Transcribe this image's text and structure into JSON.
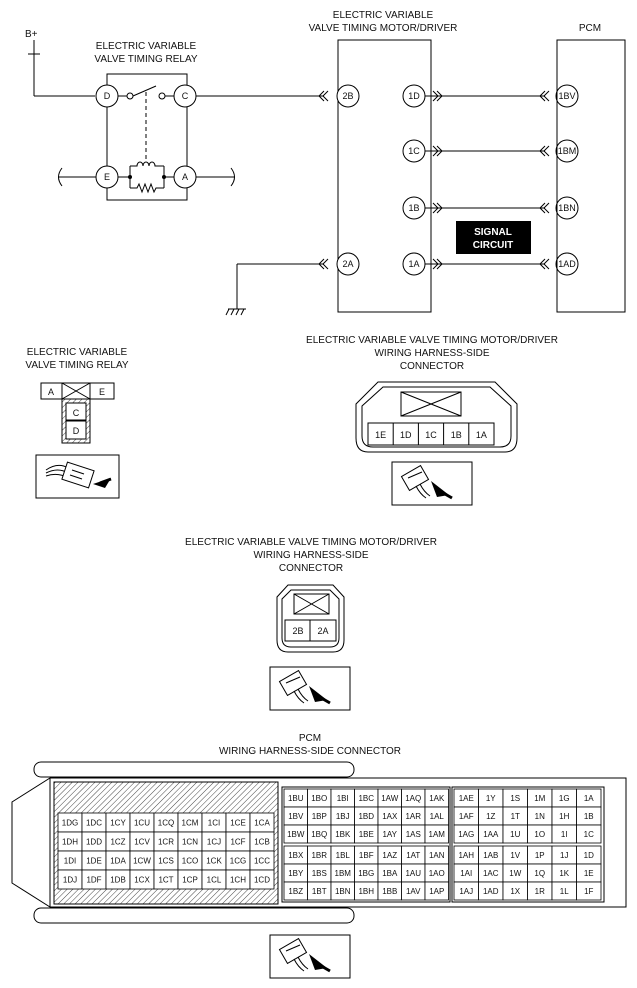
{
  "schematic": {
    "bplus": "B+",
    "relay_title": [
      "ELECTRIC VARIABLE",
      "VALVE TIMING RELAY"
    ],
    "motor_title": [
      "ELECTRIC VARIABLE",
      "VALVE TIMING MOTOR/DRIVER"
    ],
    "pcm_title": "PCM",
    "relay_pins": {
      "d": "D",
      "c": "C",
      "e": "E",
      "a": "A"
    },
    "motor_left_pins": [
      "2B",
      "2A"
    ],
    "motor_right_pins": [
      "1D",
      "1C",
      "1B",
      "1A"
    ],
    "pcm_pins": [
      "1BV",
      "1BM",
      "1BN",
      "1AD"
    ],
    "signal_circuit": [
      "SIGNAL",
      "CIRCUIT"
    ]
  },
  "relay_connector": {
    "title": [
      "ELECTRIC VARIABLE",
      "VALVE TIMING RELAY"
    ],
    "pins": [
      "A",
      "E",
      "C",
      "D"
    ]
  },
  "motor_connector_1": {
    "title": [
      "ELECTRIC VARIABLE VALVE TIMING MOTOR/DRIVER",
      "WIRING HARNESS-SIDE",
      "CONNECTOR"
    ],
    "pins": [
      "1E",
      "1D",
      "1C",
      "1B",
      "1A"
    ]
  },
  "motor_connector_2": {
    "title": [
      "ELECTRIC VARIABLE VALVE TIMING MOTOR/DRIVER",
      "WIRING HARNESS-SIDE",
      "CONNECTOR"
    ],
    "pins": [
      "2B",
      "2A"
    ]
  },
  "pcm_connector": {
    "title": [
      "PCM",
      "WIRING HARNESS-SIDE CONNECTOR"
    ],
    "left_grid": [
      [
        "1DG",
        "1DC",
        "1CY",
        "1CU",
        "1CQ",
        "1CM",
        "1CI",
        "1CE",
        "1CA"
      ],
      [
        "1DH",
        "1DD",
        "1CZ",
        "1CV",
        "1CR",
        "1CN",
        "1CJ",
        "1CF",
        "1CB"
      ],
      [
        "1DI",
        "1DE",
        "1DA",
        "1CW",
        "1CS",
        "1CO",
        "1CK",
        "1CG",
        "1CC"
      ],
      [
        "1DJ",
        "1DF",
        "1DB",
        "1CX",
        "1CT",
        "1CP",
        "1CL",
        "1CH",
        "1CD"
      ]
    ],
    "mid_upper": [
      [
        "1BU",
        "1BO",
        "1BI",
        "1BC",
        "1AW",
        "1AQ",
        "1AK"
      ],
      [
        "1BV",
        "1BP",
        "1BJ",
        "1BD",
        "1AX",
        "1AR",
        "1AL"
      ],
      [
        "1BW",
        "1BQ",
        "1BK",
        "1BE",
        "1AY",
        "1AS",
        "1AM"
      ]
    ],
    "mid_lower": [
      [
        "1BX",
        "1BR",
        "1BL",
        "1BF",
        "1AZ",
        "1AT",
        "1AN"
      ],
      [
        "1BY",
        "1BS",
        "1BM",
        "1BG",
        "1BA",
        "1AU",
        "1AO"
      ],
      [
        "1BZ",
        "1BT",
        "1BN",
        "1BH",
        "1BB",
        "1AV",
        "1AP"
      ]
    ],
    "right_upper": [
      [
        "1AE",
        "1Y",
        "1S",
        "1M",
        "1G",
        "1A"
      ],
      [
        "1AF",
        "1Z",
        "1T",
        "1N",
        "1H",
        "1B"
      ],
      [
        "1AG",
        "1AA",
        "1U",
        "1O",
        "1I",
        "1C"
      ]
    ],
    "right_lower": [
      [
        "1AH",
        "1AB",
        "1V",
        "1P",
        "1J",
        "1D"
      ],
      [
        "1AI",
        "1AC",
        "1W",
        "1Q",
        "1K",
        "1E"
      ],
      [
        "1AJ",
        "1AD",
        "1X",
        "1R",
        "1L",
        "1F"
      ]
    ]
  }
}
